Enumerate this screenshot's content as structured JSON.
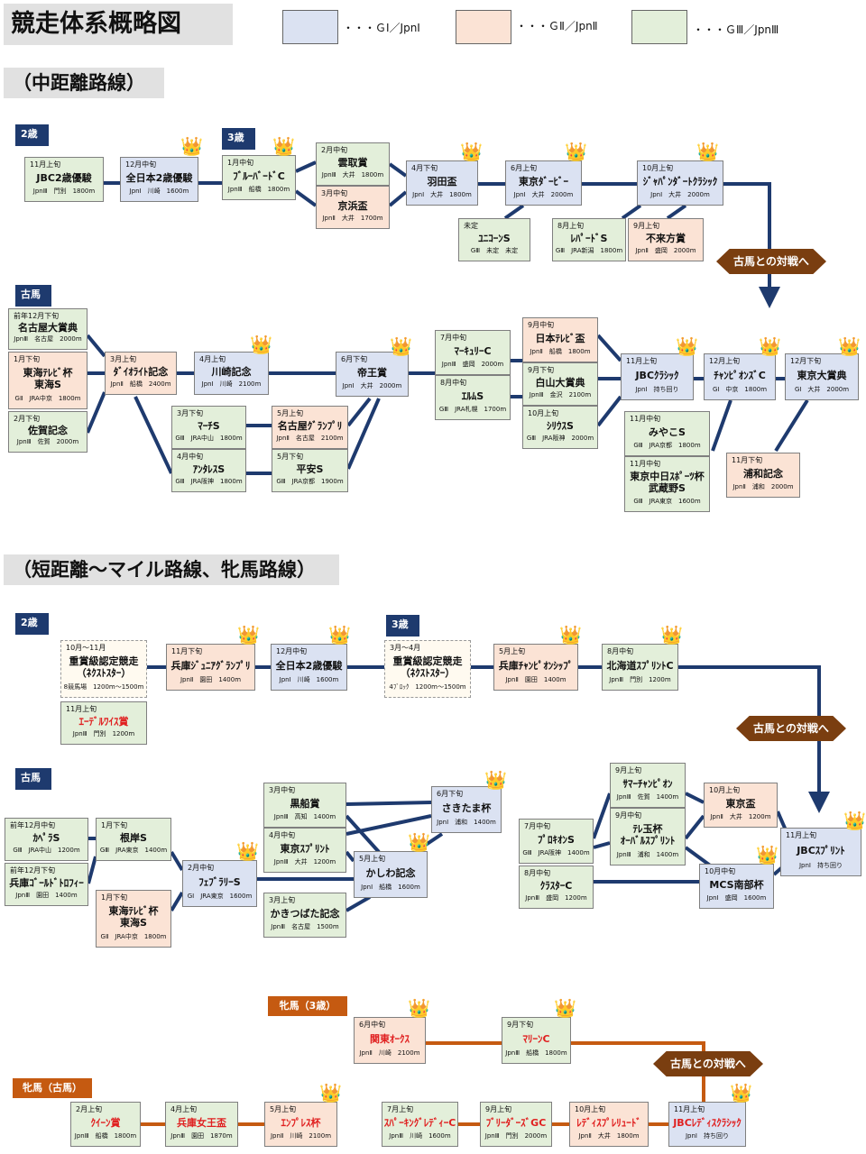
{
  "title": "競走体系概略図",
  "legend": [
    {
      "label": "・・・ＧⅠ／JpnⅠ",
      "color": "#dbe2f2"
    },
    {
      "label": "・・・ＧⅡ／JpnⅡ",
      "color": "#fbe3d5"
    },
    {
      "label": "・・・ＧⅢ／JpnⅢ",
      "color": "#e3efda"
    }
  ],
  "sections": {
    "middle": "（中距離路線）",
    "short": "（短距離～マイル路線、牝馬路線）"
  },
  "ages": {
    "age2": "2歳",
    "age3": "3歳",
    "old": "古馬",
    "filly3": "牝馬（3歳）",
    "fillyOld": "牝馬（古馬）"
  },
  "crown_icon": "👑",
  "banner": "古馬との対戦へ",
  "colors": {
    "line": "#1e3a6e",
    "filly_line": "#c55a11",
    "g1": "#dbe2f2",
    "g2": "#fbe3d5",
    "g3": "#e3efda"
  },
  "races": [
    {
      "id": "jbc2",
      "date": "11月上旬",
      "name": "JBC2歳優駿",
      "info": "JpnⅢ　門別　1800m",
      "grade": "g3"
    },
    {
      "id": "zen2",
      "date": "12月中旬",
      "name": "全日本2歳優駿",
      "info": "JpnⅠ　川崎　1600m",
      "grade": "g1"
    },
    {
      "id": "blue",
      "date": "1月中旬",
      "name": "ﾌﾞﾙｰﾊﾞｰﾄﾞC",
      "info": "JpnⅢ　船橋　1800m",
      "grade": "g3"
    },
    {
      "id": "unto",
      "date": "2月中旬",
      "name": "雲取賞",
      "info": "JpnⅢ　大井　1800m",
      "grade": "g3"
    },
    {
      "id": "keihin",
      "date": "3月中旬",
      "name": "京浜盃",
      "info": "JpnⅡ　大井　1700m",
      "grade": "g2"
    },
    {
      "id": "haneda",
      "date": "4月下旬",
      "name": "羽田盃",
      "info": "JpnⅠ　大井　1800m",
      "grade": "g1"
    },
    {
      "id": "tokyoderby",
      "date": "6月上旬",
      "name": "東京ﾀﾞｰﾋﾞｰ",
      "info": "JpnⅠ　大井　2000m",
      "grade": "g1"
    },
    {
      "id": "japandirt",
      "date": "10月上旬",
      "name": "ｼﾞｬﾊﾟﾝﾀﾞｰﾄｸﾗｼｯｸ",
      "info": "JpnⅠ　大井　2000m",
      "grade": "g1"
    },
    {
      "id": "unicorn",
      "date": "未定",
      "name": "ﾕﾆｺｰﾝS",
      "info": "GⅢ　未定　未定",
      "grade": "g3"
    },
    {
      "id": "leopard",
      "date": "8月上旬",
      "name": "ﾚﾊﾟｰﾄﾞS",
      "info": "GⅢ　JRA新潟　1800m",
      "grade": "g3"
    },
    {
      "id": "fuchu",
      "date": "9月上旬",
      "name": "不来方賞",
      "info": "JpnⅡ　盛岡　2000m",
      "grade": "g2"
    },
    {
      "id": "nagoyadai",
      "date": "前年12月下旬",
      "name": "名古屋大賞典",
      "info": "JpnⅢ　名古屋　2000m",
      "grade": "g3"
    },
    {
      "id": "tokaiTV",
      "date": "1月下旬",
      "name": "東海ﾃﾚﾋﾞ杯\n東海S",
      "info": "GⅡ　JRA中京　1800m",
      "grade": "g2"
    },
    {
      "id": "saga",
      "date": "2月下旬",
      "name": "佐賀記念",
      "info": "JpnⅢ　佐賀　2000m",
      "grade": "g3"
    },
    {
      "id": "diolite",
      "date": "3月上旬",
      "name": "ﾀﾞｲｵﾗｲﾄ記念",
      "info": "JpnⅡ　船橋　2400m",
      "grade": "g2"
    },
    {
      "id": "kawasaki",
      "date": "4月上旬",
      "name": "川崎記念",
      "info": "JpnⅠ　川崎　2100m",
      "grade": "g1"
    },
    {
      "id": "march",
      "date": "3月下旬",
      "name": "ﾏｰﾁS",
      "info": "GⅢ　JRA中山　1800m",
      "grade": "g3"
    },
    {
      "id": "antares",
      "date": "4月中旬",
      "name": "ｱﾝﾀﾚｽS",
      "info": "GⅢ　JRA阪神　1800m",
      "grade": "g3"
    },
    {
      "id": "nagoyaGP",
      "date": "5月上旬",
      "name": "名古屋ｸﾞﾗﾝﾌﾟﾘ",
      "info": "JpnⅡ　名古屋　2100m",
      "grade": "g2"
    },
    {
      "id": "heian",
      "date": "5月下旬",
      "name": "平安S",
      "info": "GⅢ　JRA京都　1900m",
      "grade": "g3"
    },
    {
      "id": "teio",
      "date": "6月下旬",
      "name": "帝王賞",
      "info": "JpnⅠ　大井　2000m",
      "grade": "g1"
    },
    {
      "id": "mercury",
      "date": "7月中旬",
      "name": "ﾏｰｷｭﾘｰC",
      "info": "JpnⅢ　盛岡　2000m",
      "grade": "g3"
    },
    {
      "id": "elm",
      "date": "8月中旬",
      "name": "ｴﾙﾑS",
      "info": "GⅢ　JRA札幌　1700m",
      "grade": "g3"
    },
    {
      "id": "nihonTV",
      "date": "9月中旬",
      "name": "日本ﾃﾚﾋﾞ盃",
      "info": "JpnⅡ　船橋　1800m",
      "grade": "g2"
    },
    {
      "id": "hakusan",
      "date": "9月下旬",
      "name": "白山大賞典",
      "info": "JpnⅢ　金沢　2100m",
      "grade": "g3"
    },
    {
      "id": "sirius",
      "date": "10月上旬",
      "name": "ｼﾘｳｽS",
      "info": "GⅢ　JRA阪神　2000m",
      "grade": "g3"
    },
    {
      "id": "jbcclassic",
      "date": "11月上旬",
      "name": "JBCｸﾗｼｯｸ",
      "info": "JpnⅠ　持ち回り",
      "grade": "g1"
    },
    {
      "id": "champions",
      "date": "12月上旬",
      "name": "ﾁｬﾝﾋﾟｵﾝｽﾞC",
      "info": "GⅠ　中京　1800m",
      "grade": "g1"
    },
    {
      "id": "tokyodai",
      "date": "12月下旬",
      "name": "東京大賞典",
      "info": "GⅠ　大井　2000m",
      "grade": "g1"
    },
    {
      "id": "miyako",
      "date": "11月中旬",
      "name": "みやこS",
      "info": "GⅢ　JRA京都　1800m",
      "grade": "g3"
    },
    {
      "id": "musashino",
      "date": "11月中旬",
      "name": "東京中日ｽﾎﾟｰﾂ杯\n武蔵野S",
      "info": "GⅢ　JRA東京　1600m",
      "grade": "g3"
    },
    {
      "id": "urawa",
      "date": "11月下旬",
      "name": "浦和記念",
      "info": "JpnⅡ　浦和　2000m",
      "grade": "g2"
    },
    {
      "id": "next2",
      "date": "10月～11月",
      "name": "重賞級認定競走\n（ﾈｸｽﾄｽﾀｰ）",
      "info": "8競馬場　1200m～1500m",
      "grade": "open"
    },
    {
      "id": "hyogoJ",
      "date": "11月下旬",
      "name": "兵庫ｼﾞｭﾆｱｸﾞﾗﾝﾌﾟﾘ",
      "info": "JpnⅡ　園田　1400m",
      "grade": "g2"
    },
    {
      "id": "zen2b",
      "date": "12月中旬",
      "name": "全日本2歳優駿",
      "info": "JpnⅠ　川崎　1600m",
      "grade": "g1"
    },
    {
      "id": "next3",
      "date": "3月～4月",
      "name": "重賞級認定競走\n（ﾈｸｽﾄｽﾀｰ）",
      "info": "4ﾌﾞﾛｯｸ　1200m～1500m",
      "grade": "open"
    },
    {
      "id": "hyogoC",
      "date": "5月上旬",
      "name": "兵庫ﾁｬﾝﾋﾟｵﾝｼｯﾌﾟ",
      "info": "JpnⅡ　園田　1400m",
      "grade": "g2"
    },
    {
      "id": "hokkaido",
      "date": "8月中旬",
      "name": "北海道ｽﾌﾟﾘﾝﾄC",
      "info": "JpnⅢ　門別　1200m",
      "grade": "g3"
    },
    {
      "id": "edelweiss",
      "date": "11月上旬",
      "name": "ｴｰﾃﾞﾙﾜｲｽ賞",
      "info": "JpnⅢ　門別　1200m",
      "grade": "g3",
      "red": true
    },
    {
      "id": "capella",
      "date": "前年12月中旬",
      "name": "ｶﾍﾟﾗS",
      "info": "GⅢ　JRA中山　1200m",
      "grade": "g3"
    },
    {
      "id": "hyogoGT",
      "date": "前年12月下旬",
      "name": "兵庫ｺﾞｰﾙﾄﾞﾄﾛﾌｨｰ",
      "info": "JpnⅢ　園田　1400m",
      "grade": "g3"
    },
    {
      "id": "negishi",
      "date": "1月下旬",
      "name": "根岸S",
      "info": "GⅢ　JRA東京　1400m",
      "grade": "g3"
    },
    {
      "id": "tokaiTV2",
      "date": "1月下旬",
      "name": "東海ﾃﾚﾋﾞ杯\n東海S",
      "info": "GⅡ　JRA中京　1800m",
      "grade": "g2"
    },
    {
      "id": "february",
      "date": "2月中旬",
      "name": "ﾌｪﾌﾞﾗﾘｰS",
      "info": "GⅠ　JRA東京　1600m",
      "grade": "g1"
    },
    {
      "id": "kurofune",
      "date": "3月中旬",
      "name": "黒船賞",
      "info": "JpnⅢ　高知　1400m",
      "grade": "g3"
    },
    {
      "id": "tokyosprint",
      "date": "4月中旬",
      "name": "東京ｽﾌﾟﾘﾝﾄ",
      "info": "JpnⅢ　大井　1200m",
      "grade": "g3"
    },
    {
      "id": "kakitsubata",
      "date": "3月上旬",
      "name": "かきつばた記念",
      "info": "JpnⅢ　名古屋　1500m",
      "grade": "g3"
    },
    {
      "id": "kashiwa",
      "date": "5月上旬",
      "name": "かしわ記念",
      "info": "JpnⅠ　船橋　1600m",
      "grade": "g1"
    },
    {
      "id": "sakitama",
      "date": "6月下旬",
      "name": "さきたま杯",
      "info": "JpnⅠ　浦和　1400m",
      "grade": "g1"
    },
    {
      "id": "procyon",
      "date": "7月中旬",
      "name": "ﾌﾟﾛｷｵﾝS",
      "info": "GⅢ　JRA阪神　1400m",
      "grade": "g3"
    },
    {
      "id": "cluster",
      "date": "8月中旬",
      "name": "ｸﾗｽﾀｰC",
      "info": "JpnⅢ　盛岡　1200m",
      "grade": "g3"
    },
    {
      "id": "summer",
      "date": "9月上旬",
      "name": "ｻﾏｰﾁｬﾝﾋﾟｵﾝ",
      "info": "JpnⅢ　佐賀　1400m",
      "grade": "g3"
    },
    {
      "id": "tamaOval",
      "date": "9月中旬",
      "name": "ﾃﾚ玉杯\nｵｰﾊﾞﾙｽﾌﾟﾘﾝﾄ",
      "info": "JpnⅢ　浦和　1400m",
      "grade": "g3"
    },
    {
      "id": "tokyohai",
      "date": "10月上旬",
      "name": "東京盃",
      "info": "JpnⅡ　大井　1200m",
      "grade": "g2"
    },
    {
      "id": "mcs",
      "date": "10月中旬",
      "name": "MCS南部杯",
      "info": "JpnⅠ　盛岡　1600m",
      "grade": "g1"
    },
    {
      "id": "jbcsprint",
      "date": "11月上旬",
      "name": "JBCｽﾌﾟﾘﾝﾄ",
      "info": "JpnⅠ　持ち回り",
      "grade": "g1"
    },
    {
      "id": "kantoOaks",
      "date": "6月中旬",
      "name": "関東ｵｰｸｽ",
      "info": "JpnⅡ　川崎　2100m",
      "grade": "g2",
      "red": true
    },
    {
      "id": "marine",
      "date": "9月下旬",
      "name": "ﾏﾘｰﾝC",
      "info": "JpnⅢ　船橋　1800m",
      "grade": "g3",
      "red": true
    },
    {
      "id": "queen",
      "date": "2月上旬",
      "name": "ｸｲｰﾝ賞",
      "info": "JpnⅢ　船橋　1800m",
      "grade": "g3",
      "red": true
    },
    {
      "id": "hyogoJoo",
      "date": "4月上旬",
      "name": "兵庫女王盃",
      "info": "JpnⅢ　園田　1870m",
      "grade": "g3",
      "red": true
    },
    {
      "id": "empress",
      "date": "5月上旬",
      "name": "ｴﾝﾌﾟﾚｽ杯",
      "info": "JpnⅡ　川崎　2100m",
      "grade": "g2",
      "red": true
    },
    {
      "id": "sparkling",
      "date": "7月上旬",
      "name": "ｽﾊﾟｰｷﾝｸﾞﾚﾃﾞｨｰC",
      "info": "JpnⅢ　川崎　1600m",
      "grade": "g3",
      "red": true
    },
    {
      "id": "breeders",
      "date": "9月上旬",
      "name": "ﾌﾞﾘｰﾀﾞｰｽﾞGC",
      "info": "JpnⅢ　門別　2000m",
      "grade": "g3",
      "red": true
    },
    {
      "id": "ladiesprelude",
      "date": "10月上旬",
      "name": "ﾚﾃﾞｨｽﾌﾟﾚﾘｭｰﾄﾞ",
      "info": "JpnⅡ　大井　1800m",
      "grade": "g2",
      "red": true
    },
    {
      "id": "jbcladies",
      "date": "11月上旬",
      "name": "JBCﾚﾃﾞｨｽｸﾗｼｯｸ",
      "info": "JpnⅠ　持ち回り",
      "grade": "g1",
      "red": true
    }
  ]
}
